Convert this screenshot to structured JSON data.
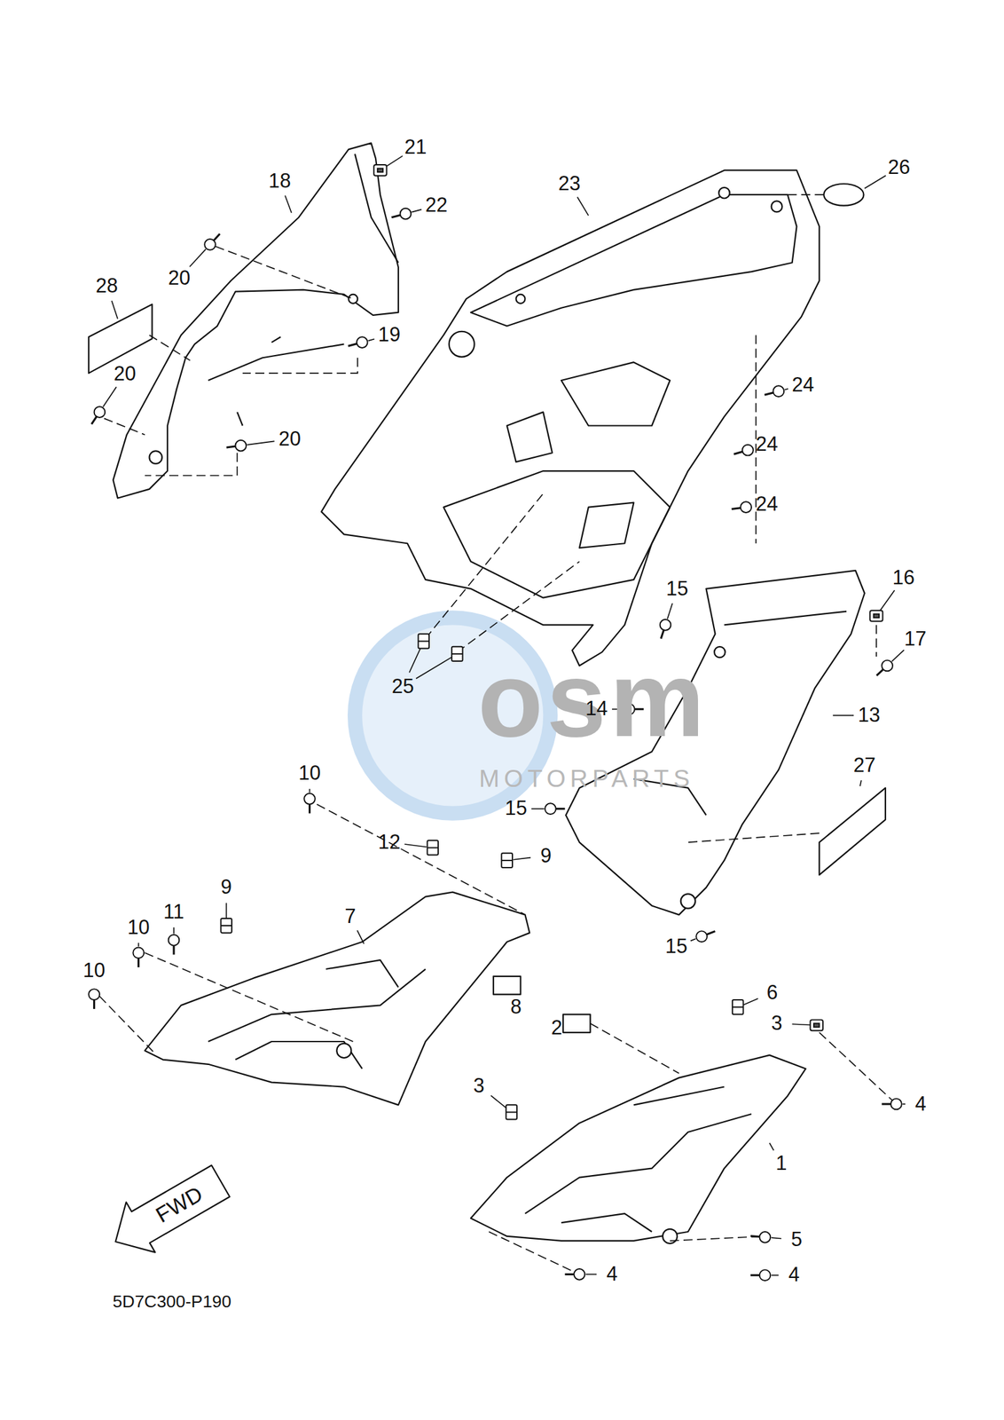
{
  "diagram": {
    "labels": [
      "21",
      "26",
      "18",
      "23",
      "22",
      "20",
      "28",
      "19",
      "20",
      "24",
      "20",
      "24",
      "24",
      "16",
      "15",
      "17",
      "25",
      "14",
      "13",
      "27",
      "osm",
      "MOTORPARTS",
      "10",
      "15",
      "12",
      "9",
      "9",
      "11",
      "7",
      "10",
      "15",
      "10",
      "6",
      "8",
      "3",
      "2",
      "3",
      "4",
      "1",
      "FWD",
      "5",
      "4",
      "4",
      "5D7C300-P190"
    ]
  }
}
